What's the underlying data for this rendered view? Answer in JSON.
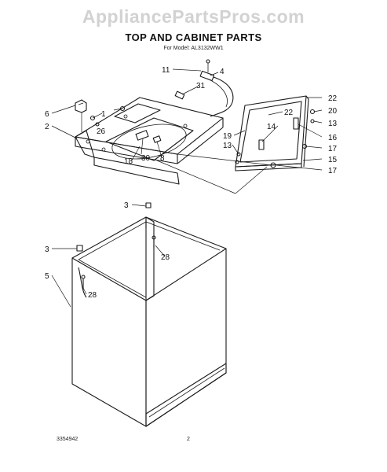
{
  "watermark": "AppliancePartsPros.com",
  "title": "TOP AND CABINET PARTS",
  "subtitle": "For Model: AL3132WW1",
  "footer": {
    "doc_number": "3354942",
    "page_number": "2"
  },
  "callouts": {
    "c1": "1",
    "c2": "2",
    "c3a": "3",
    "c3b": "3",
    "c4": "4",
    "c5": "5",
    "c6": "6",
    "c8": "8",
    "c11": "11",
    "c13a": "13",
    "c13b": "13",
    "c14": "14",
    "c15": "15",
    "c16": "16",
    "c17a": "17",
    "c17b": "17",
    "c18": "18",
    "c19": "19",
    "c20": "20",
    "c22a": "22",
    "c22b": "22",
    "c26": "26",
    "c28a": "28",
    "c28b": "28",
    "c30": "30",
    "c31": "31"
  }
}
